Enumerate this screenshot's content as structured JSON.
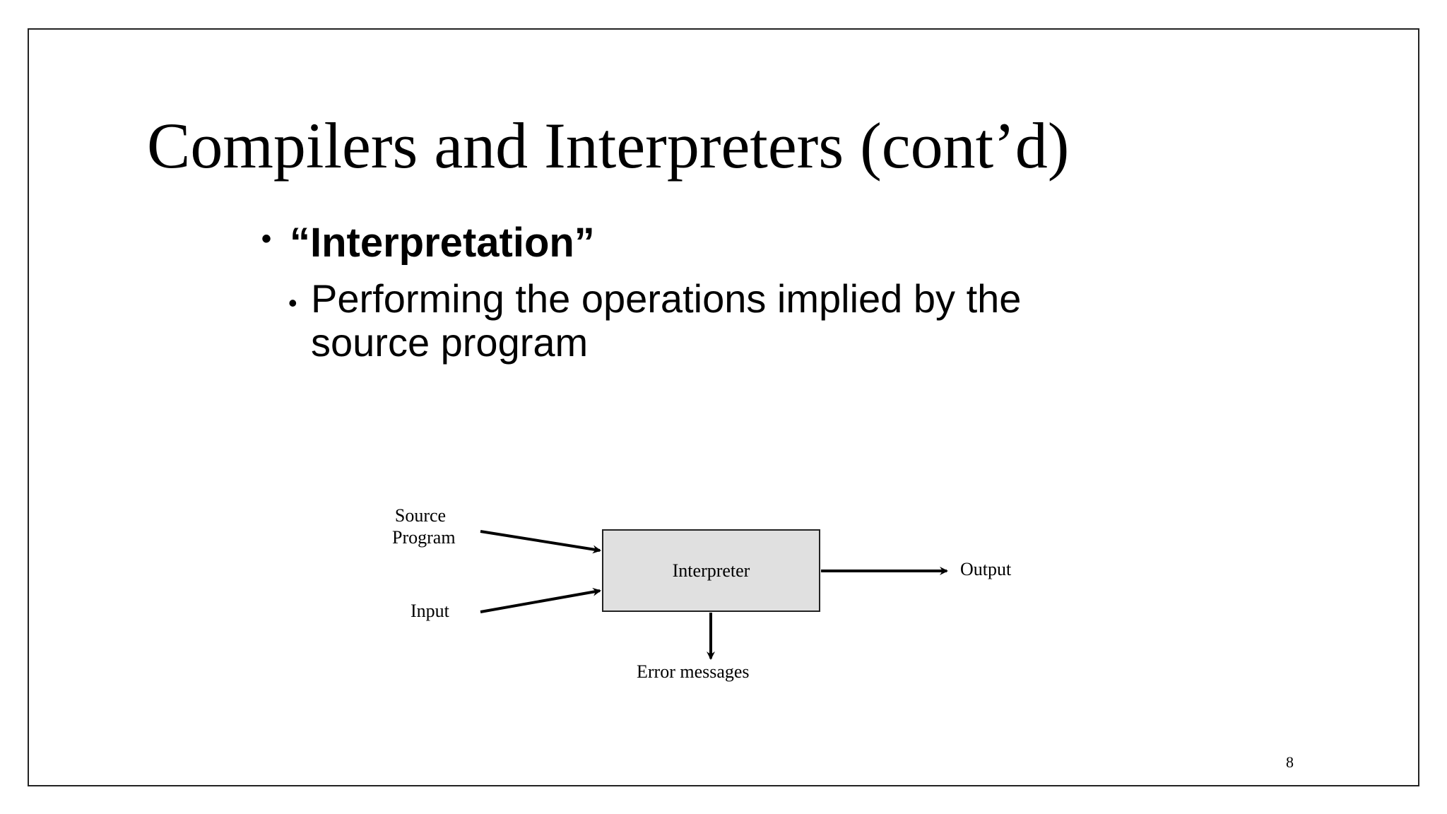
{
  "slide": {
    "title": "Compilers and Interpreters (cont’d)",
    "bullets": [
      {
        "bullet_char": "•",
        "text": "“Interpretation”",
        "sub_bullets": [
          {
            "bullet_char": "•",
            "text": "Performing the operations implied by the source program"
          }
        ]
      }
    ],
    "page_number": "8"
  },
  "diagram": {
    "box_label": "Interpreter",
    "box_fill": "#e0e0e0",
    "inputs": [
      {
        "label_line1": "Source",
        "label_line2": "Program"
      },
      {
        "label": "Input"
      }
    ],
    "output": {
      "label": "Output"
    },
    "error": {
      "label": "Error messages"
    }
  }
}
